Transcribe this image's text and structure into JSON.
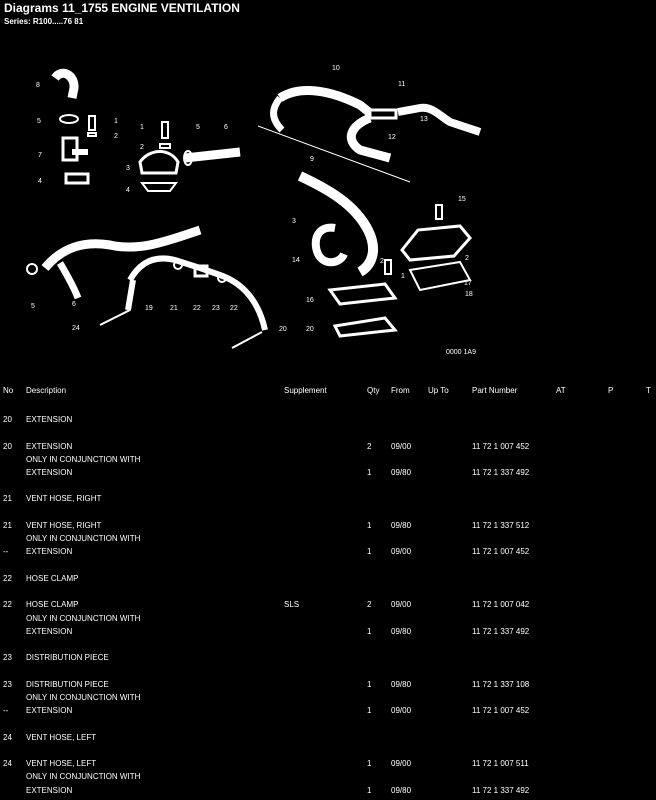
{
  "title": "Diagrams 11_1755 ENGINE VENTILATION",
  "subtitle": "Series: R100.....76 81",
  "diagram": {
    "callouts": [
      "8",
      "5",
      "1",
      "2",
      "7",
      "4",
      "1",
      "2",
      "3",
      "4",
      "5",
      "6",
      "10",
      "11",
      "13",
      "12",
      "9",
      "3",
      "14",
      "5",
      "6",
      "19",
      "21",
      "22",
      "23",
      "22",
      "24",
      "20",
      "20",
      "16",
      "15",
      "2",
      "1",
      "2",
      "18",
      "17"
    ],
    "figure_code": "0000 1A9"
  },
  "table": {
    "headers": [
      "No",
      "Description",
      "Supplement",
      "Qty",
      "From",
      "Up To",
      "Part Number",
      "AT",
      "P",
      "T"
    ],
    "rows": [
      {
        "no": "20",
        "desc": "EXTENSION",
        "supp": "",
        "qty": "",
        "from": "",
        "upto": "",
        "part": ""
      },
      {
        "no": "20",
        "desc": "EXTENSION",
        "supp": "",
        "qty": "2",
        "from": "09/00",
        "upto": "",
        "part": "11 72 1 007 452"
      },
      {
        "no": "",
        "desc": "ONLY IN CONJUNCTION WITH",
        "supp": "",
        "qty": "",
        "from": "",
        "upto": "",
        "part": ""
      },
      {
        "no": "",
        "desc": "EXTENSION",
        "supp": "",
        "qty": "1",
        "from": "09/80",
        "upto": "",
        "part": "11 72 1 337 492"
      },
      {
        "no": "21",
        "desc": "VENT HOSE, RIGHT",
        "supp": "",
        "qty": "",
        "from": "",
        "upto": "",
        "part": ""
      },
      {
        "no": "21",
        "desc": "VENT HOSE, RIGHT",
        "supp": "",
        "qty": "1",
        "from": "09/80",
        "upto": "",
        "part": "11 72 1 337 512"
      },
      {
        "no": "",
        "desc": "ONLY IN CONJUNCTION WITH",
        "supp": "",
        "qty": "",
        "from": "",
        "upto": "",
        "part": ""
      },
      {
        "no": "--",
        "desc": "EXTENSION",
        "supp": "",
        "qty": "1",
        "from": "09/00",
        "upto": "",
        "part": "11 72 1 007 452"
      },
      {
        "no": "22",
        "desc": "HOSE CLAMP",
        "supp": "",
        "qty": "",
        "from": "",
        "upto": "",
        "part": ""
      },
      {
        "no": "22",
        "desc": "HOSE CLAMP",
        "supp": "SLS",
        "qty": "2",
        "from": "09/00",
        "upto": "",
        "part": "11 72 1 007 042"
      },
      {
        "no": "",
        "desc": "ONLY IN CONJUNCTION WITH",
        "supp": "",
        "qty": "",
        "from": "",
        "upto": "",
        "part": ""
      },
      {
        "no": "",
        "desc": "EXTENSION",
        "supp": "",
        "qty": "1",
        "from": "09/80",
        "upto": "",
        "part": "11 72 1 337 492"
      },
      {
        "no": "23",
        "desc": "DISTRIBUTION PIECE",
        "supp": "",
        "qty": "",
        "from": "",
        "upto": "",
        "part": ""
      },
      {
        "no": "23",
        "desc": "DISTRIBUTION PIECE",
        "supp": "",
        "qty": "1",
        "from": "09/80",
        "upto": "",
        "part": "11 72 1 337 108"
      },
      {
        "no": "",
        "desc": "ONLY IN CONJUNCTION WITH",
        "supp": "",
        "qty": "",
        "from": "",
        "upto": "",
        "part": ""
      },
      {
        "no": "--",
        "desc": "EXTENSION",
        "supp": "",
        "qty": "1",
        "from": "09/00",
        "upto": "",
        "part": "11 72 1 007 452"
      },
      {
        "no": "24",
        "desc": "VENT HOSE, LEFT",
        "supp": "",
        "qty": "",
        "from": "",
        "upto": "",
        "part": ""
      },
      {
        "no": "24",
        "desc": "VENT HOSE, LEFT",
        "supp": "",
        "qty": "1",
        "from": "09/00",
        "upto": "",
        "part": "11 72 1 007 511"
      },
      {
        "no": "",
        "desc": "ONLY IN CONJUNCTION WITH",
        "supp": "",
        "qty": "",
        "from": "",
        "upto": "",
        "part": ""
      },
      {
        "no": "",
        "desc": "EXTENSION",
        "supp": "",
        "qty": "1",
        "from": "09/80",
        "upto": "",
        "part": "11 72 1 337 492"
      }
    ]
  }
}
